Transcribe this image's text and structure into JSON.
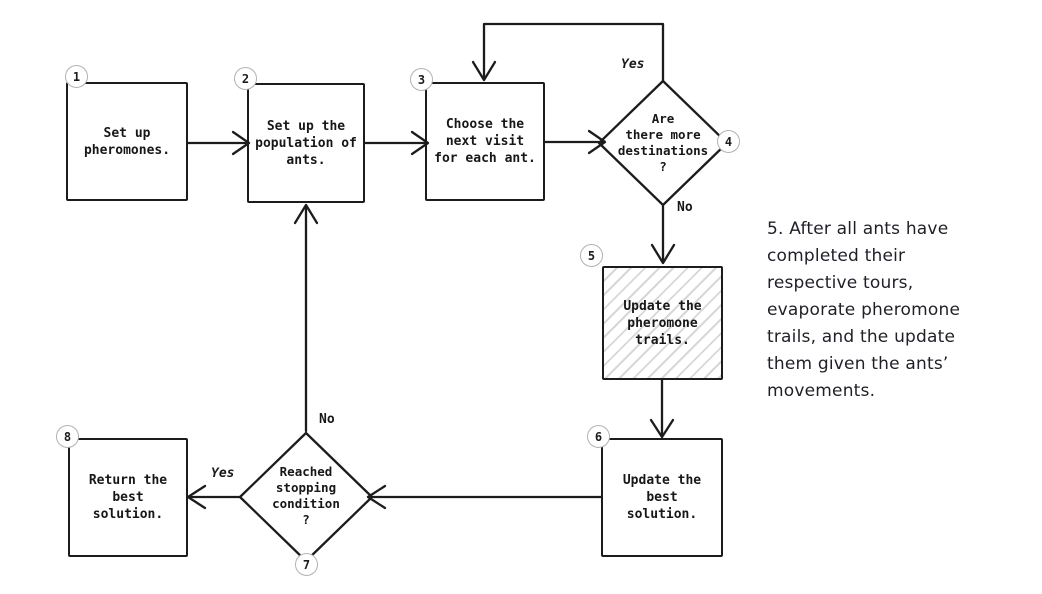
{
  "flowchart": {
    "nodes": {
      "n1": {
        "number": "1",
        "label": "Set up\npheromones."
      },
      "n2": {
        "number": "2",
        "label": "Set up the\npopulation of\nants."
      },
      "n3": {
        "number": "3",
        "label": "Choose the\nnext visit\nfor each ant."
      },
      "n4": {
        "number": "4",
        "label": "Are\nthere more\ndestinations\n?"
      },
      "n5": {
        "number": "5",
        "label": "Update the\npheromone\ntrails."
      },
      "n6": {
        "number": "6",
        "label": "Update the\nbest\nsolution."
      },
      "n7": {
        "number": "7",
        "label": "Reached\nstopping\ncondition\n?"
      },
      "n8": {
        "number": "8",
        "label": "Return the\nbest\nsolution."
      }
    },
    "edge_labels": {
      "d4_yes": "Yes",
      "d4_no": "No",
      "d7_no": "No",
      "d7_yes": "Yes"
    }
  },
  "note": "5. After all ants have\ncompleted their\nrespective tours,\nevaporate pheromone\ntrails, and the update\nthem given the ants’\nmovements.",
  "colors": {
    "ink": "#1c1c1c",
    "badge_border": "#b2b2b2",
    "hatch": "#d7d7d7"
  }
}
